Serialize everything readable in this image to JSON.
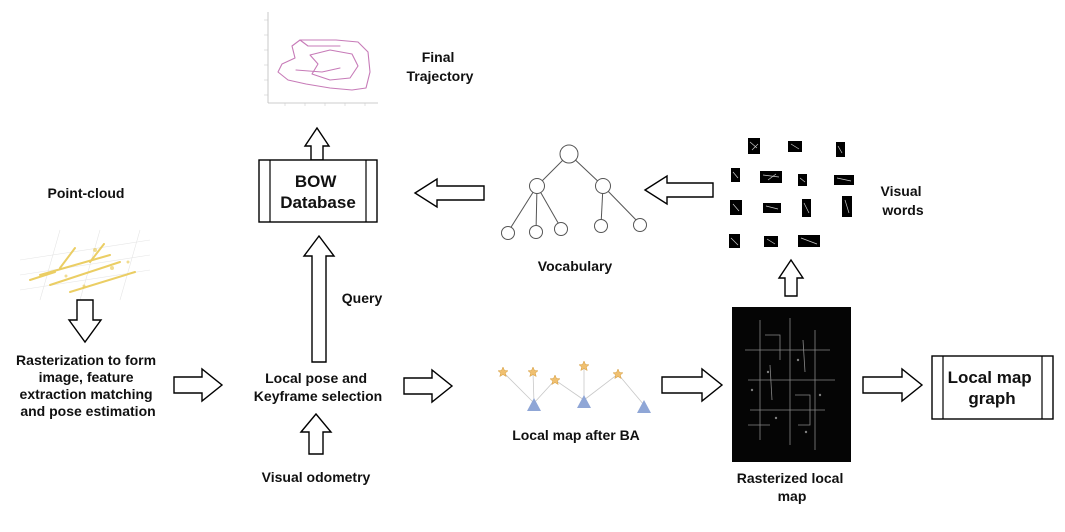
{
  "diagram": {
    "labels": {
      "point_cloud": "Point-cloud",
      "rasterization": [
        "Rasterization to form",
        "image, feature",
        "extraction matching",
        "and pose estimation"
      ],
      "local_pose": [
        "Local pose and",
        "Keyframe selection"
      ],
      "visual_odometry": "Visual odometry",
      "query": "Query",
      "bow_database": [
        "BOW",
        "Database"
      ],
      "final_trajectory": [
        "Final",
        "Trajectory"
      ],
      "vocabulary": "Vocabulary",
      "visual_words": [
        "Visual",
        "words"
      ],
      "local_map_after_ba": "Local map after BA",
      "rasterized_local_map": [
        "Rasterized local",
        "map"
      ],
      "local_map_graph": [
        "Local map",
        "graph"
      ]
    },
    "colors": {
      "point_cloud": "#e8c64a",
      "trajectory": "#c77bb8",
      "keyframe_triangle": "#8fa6d6",
      "landmark_star": "#f0c070",
      "map_background": "#050505"
    }
  }
}
